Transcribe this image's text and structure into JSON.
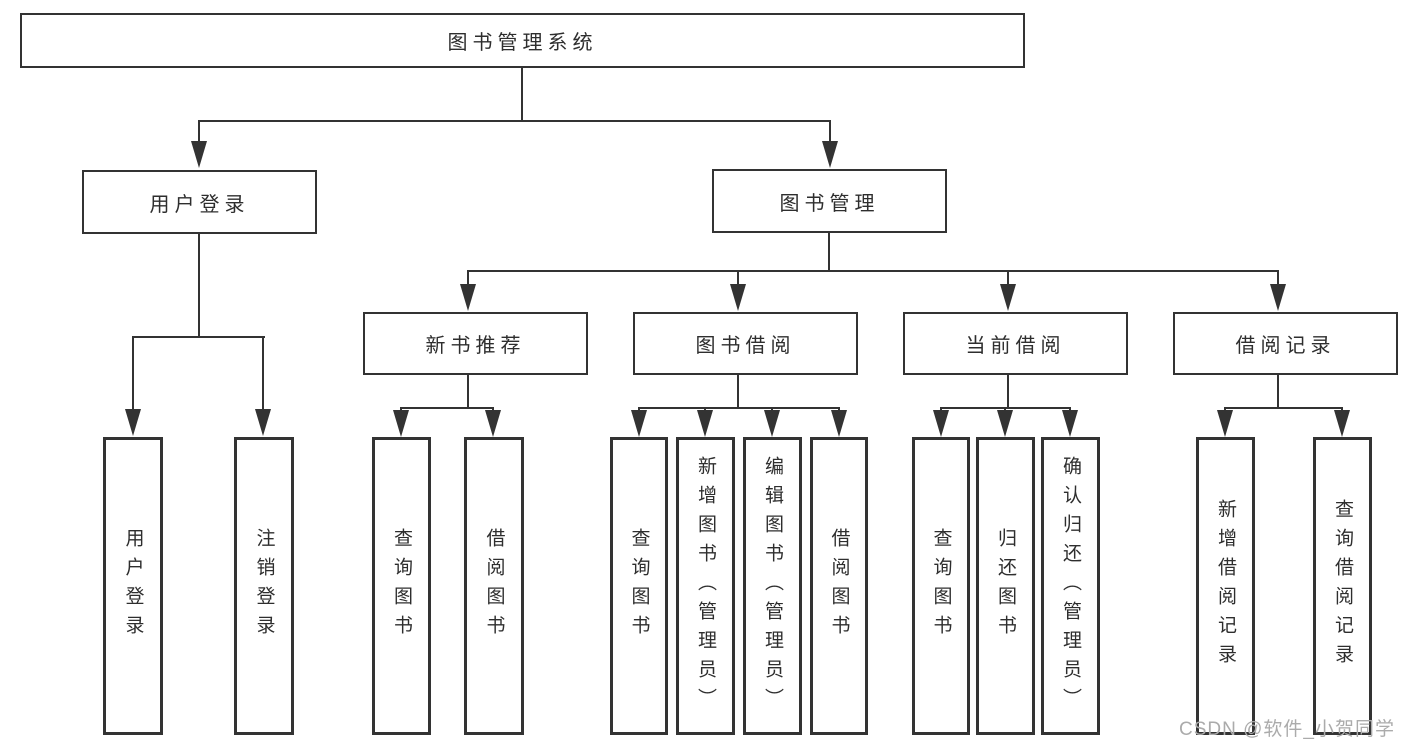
{
  "diagram": {
    "root": {
      "label": "图书管理系统"
    },
    "branches": [
      {
        "label": "用户登录",
        "children": [
          {
            "label": "用户登录"
          },
          {
            "label": "注销登录"
          }
        ]
      },
      {
        "label": "图书管理",
        "children": [
          {
            "label": "新书推荐",
            "children": [
              {
                "label": "查询图书"
              },
              {
                "label": "借阅图书"
              }
            ]
          },
          {
            "label": "图书借阅",
            "children": [
              {
                "label": "查询图书"
              },
              {
                "label": "新增图书（管理员）"
              },
              {
                "label": "编辑图书（管理员）"
              },
              {
                "label": "借阅图书"
              }
            ]
          },
          {
            "label": "当前借阅",
            "children": [
              {
                "label": "查询图书"
              },
              {
                "label": "归还图书"
              },
              {
                "label": "确认归还（管理员）"
              }
            ]
          },
          {
            "label": "借阅记录",
            "children": [
              {
                "label": "新增借阅记录"
              },
              {
                "label": "查询借阅记录"
              }
            ]
          }
        ]
      }
    ]
  },
  "watermark": {
    "text": "CSDN @软件_小贺同学"
  },
  "colors": {
    "line": "#333333",
    "text": "#2e2e2e",
    "watermark": "#ababab",
    "background": "#ffffff"
  }
}
